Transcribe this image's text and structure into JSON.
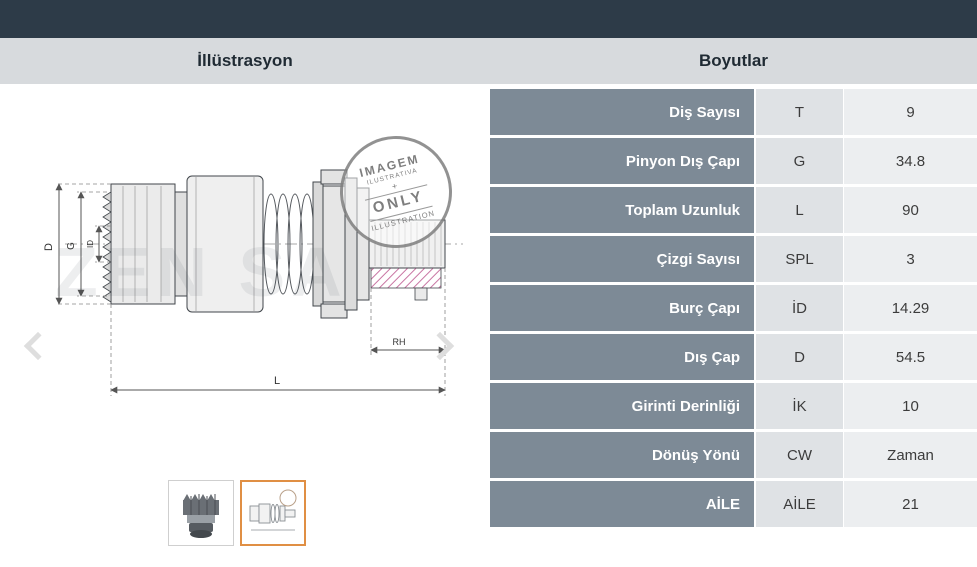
{
  "colors": {
    "top-bar": "#2d3b48",
    "header-bg": "#d7dadd",
    "label-cell-bg": "#7d8a96",
    "code-cell-bg": "#dfe2e5",
    "value-cell-bg": "#eceef0",
    "selected-thumb-border": "#e08f44",
    "hatch-pink": "#c977a4"
  },
  "header": {
    "illustration_title": "İllüstrasyon",
    "dimensions_title": "Boyutlar"
  },
  "illustration": {
    "watermark": "ZEN SA",
    "stamp": {
      "line1": "IMAGEM",
      "line2": "ILUSTRATIVA",
      "line3": "+",
      "line4": "ONLY",
      "line5": "ILLUSTRATION"
    },
    "dims": {
      "d": "D",
      "g": "G",
      "id": "ID",
      "l": "L",
      "rh": "RH"
    }
  },
  "table": {
    "rows": [
      {
        "label": "Diş Sayısı",
        "code": "T",
        "value": "9"
      },
      {
        "label": "Pinyon Dış Çapı",
        "code": "G",
        "value": "34.8"
      },
      {
        "label": "Toplam Uzunluk",
        "code": "L",
        "value": "90"
      },
      {
        "label": "Çizgi Sayısı",
        "code": "SPL",
        "value": "3"
      },
      {
        "label": "Burç Çapı",
        "code": "İD",
        "value": "14.29"
      },
      {
        "label": "Dış Çap",
        "code": "D",
        "value": "54.5"
      },
      {
        "label": "Girinti Derinliği",
        "code": "İK",
        "value": "10"
      },
      {
        "label": "Dönüş Yönü",
        "code": "CW",
        "value": "Zaman"
      },
      {
        "label": "AİLE",
        "code": "AİLE",
        "value": "21"
      }
    ]
  }
}
